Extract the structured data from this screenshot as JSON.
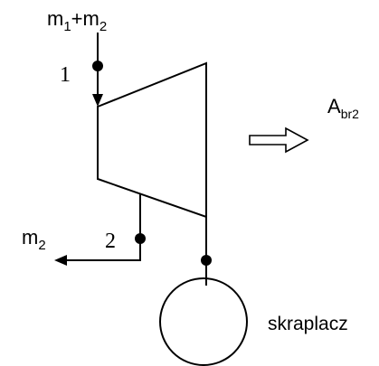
{
  "labels": {
    "inlet_flow": "m",
    "inlet_sub1": "1",
    "inlet_plus": "+m",
    "inlet_sub2": "2",
    "point1": "1",
    "point2": "2",
    "extraction_flow": "m",
    "extraction_sub": "2",
    "work_symbol": "A",
    "work_sub": "br2",
    "condenser": "skraplacz"
  },
  "colors": {
    "line": "#000000",
    "background": "#ffffff"
  }
}
